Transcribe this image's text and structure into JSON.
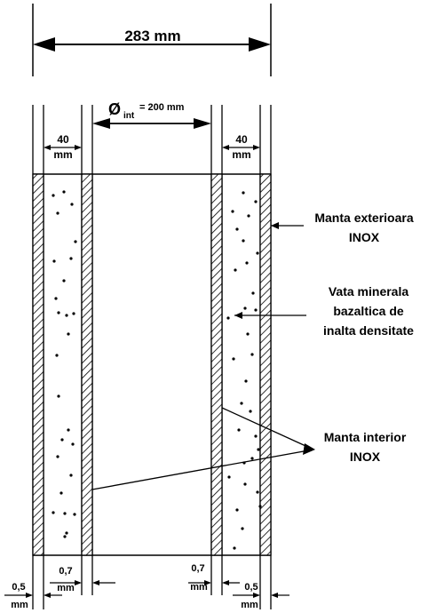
{
  "dimensions": {
    "overall_width": "283 mm",
    "inner_diameter_symbol": "Ø",
    "inner_diameter_subscript": "int",
    "inner_diameter_value": "= 200 mm",
    "insulation_left_value": "40",
    "insulation_left_unit": "mm",
    "insulation_right_value": "40",
    "insulation_right_unit": "mm",
    "inner_wall_left_value": "0,7",
    "inner_wall_left_unit": "mm",
    "inner_wall_right_value": "0,7",
    "inner_wall_right_unit": "mm",
    "outer_wall_left_value": "0,5",
    "outer_wall_left_unit": "mm",
    "outer_wall_right_value": "0,5",
    "outer_wall_right_unit": "mm"
  },
  "labels": {
    "outer_jacket_line1": "Manta exterioara",
    "outer_jacket_line2": "INOX",
    "insulation_line1": "Vata minerala",
    "insulation_line2": "bazaltica de",
    "insulation_line3": "inalta densitate",
    "inner_jacket_line1": "Manta interior",
    "inner_jacket_line2": "INOX"
  }
}
